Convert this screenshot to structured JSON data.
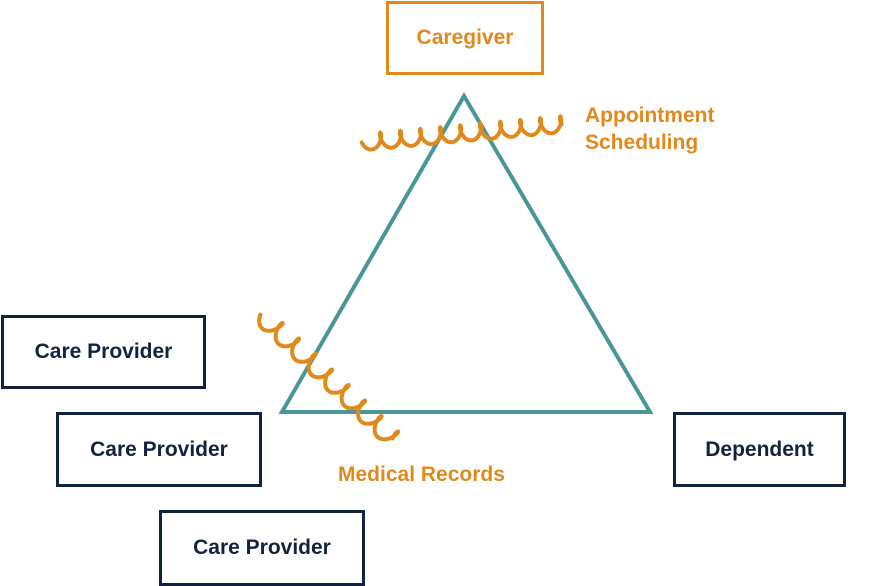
{
  "colors": {
    "navy": "#13233f",
    "orange": "#e08a1e",
    "teal": "#4a9696"
  },
  "nodes": {
    "caregiver": "Caregiver",
    "dependent": "Dependent",
    "care_providers": [
      "Care Provider",
      "Care Provider",
      "Care Provider"
    ]
  },
  "annotations": {
    "appointment_line1": "Appointment",
    "appointment_line2": "Scheduling",
    "medical_records": "Medical Records"
  }
}
